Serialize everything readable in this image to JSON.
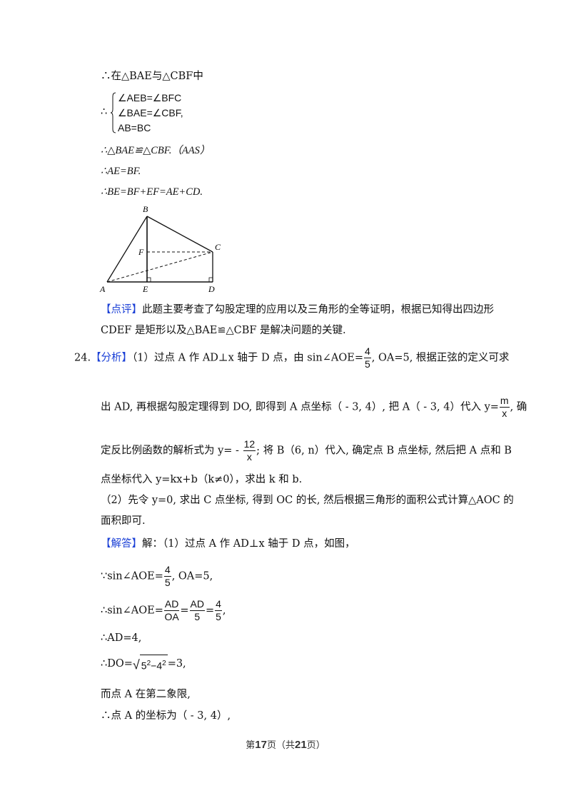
{
  "proof_continuation": {
    "line1": "∴在△BAE与△CBF中",
    "system_prefix": "∴",
    "system": [
      "∠AEB=∠BFC",
      "∠BAE=∠CBF,",
      "AB=BC"
    ],
    "line_congruent": "∴△BAE≌△CBF.（AAS）",
    "line_ae_bf": "∴AE=BF.",
    "line_be": "∴BE=BF+EF=AE+CD."
  },
  "figure": {
    "labels": {
      "A": "A",
      "B": "B",
      "C": "C",
      "D": "D",
      "E": "E",
      "F": "F"
    }
  },
  "review": {
    "label": "【点评】",
    "text1": "此题主要考查了勾股定理的应用以及三角形的全等证明，根据已知得出四边形",
    "text2": "CDEF 是矩形以及△BAE≌△CBF 是解决问题的关键."
  },
  "q24": {
    "number": "24.",
    "analysis_label": "【分析】",
    "analysis_line1_a": "（1）过点 A 作 AD⊥x 轴于 D 点，由 sin∠AOE=",
    "frac_4_5": {
      "num": "4",
      "den": "5"
    },
    "analysis_line1_b": ", OA=5, 根据正弦的定义可求",
    "analysis_line2_a": "出 AD, 再根据勾股定理得到 DO, 即得到 A 点坐标（ - 3, 4）, 把 A（ - 3, 4）代入 y=",
    "frac_m_x": {
      "num": "m",
      "den": "x"
    },
    "analysis_line2_b": ", 确",
    "analysis_line3_a": "定反比例函数的解析式为 y= - ",
    "frac_12_x": {
      "num": "12",
      "den": "x"
    },
    "analysis_line3_b": "; 将 B（6, n）代入, 确定点 B 点坐标, 然后把 A 点和 B",
    "analysis_line4": "点坐标代入 y=kx+b（k≠0），求出 k 和 b.",
    "analysis_line5": "（2）先令 y=0, 求出 C 点坐标, 得到 OC 的长, 然后根据三角形的面积公式计算△AOC 的",
    "analysis_line6": "面积即可.",
    "answer_label": "【解答】",
    "answer_line1": "解：（1）过点 A 作 AD⊥x 轴于 D 点，如图，",
    "answer_line2_a": "∵sin∠AOE=",
    "answer_line2_b": ", OA=5,",
    "answer_line3_a": "∴sin∠AOE=",
    "frac_ad_oa": {
      "num": "AD",
      "den": "OA"
    },
    "frac_ad_5": {
      "num": "AD",
      "den": "5"
    },
    "answer_line3_b": ",",
    "answer_line4": "∴AD=4,",
    "answer_line5_a": "∴DO=",
    "sqrt_expr": {
      "a": "5",
      "b": "4",
      "exp": "2"
    },
    "answer_line5_b": "=3,",
    "answer_line6": "而点 A 在第二象限,",
    "answer_line7": "∴点 A 的坐标为（ - 3, 4）,"
  },
  "footer": {
    "prefix": "第",
    "page": "17",
    "mid": "页（共",
    "total": "21",
    "suffix": "页）"
  },
  "colors": {
    "label_blue": "#1a3fd6",
    "text": "#111111"
  }
}
